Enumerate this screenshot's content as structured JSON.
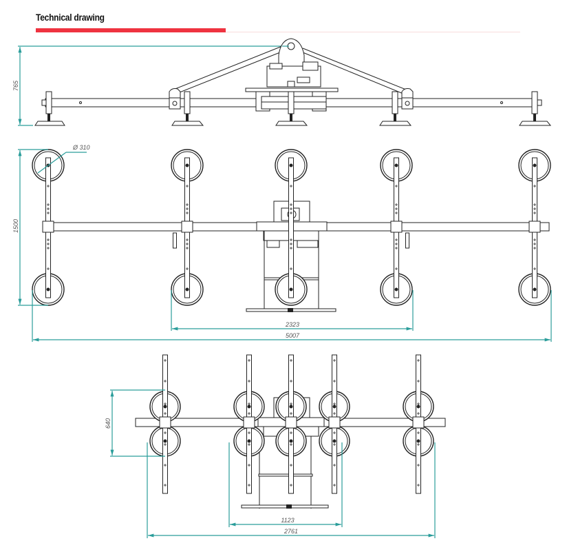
{
  "header": {
    "title": "Technical drawing",
    "accent_color": "#ef3340",
    "dimension_color": "#2a9d9a"
  },
  "side_view": {
    "height_dim": "765"
  },
  "plan_view_extended": {
    "cup_diameter_dim": "Ø 310",
    "width_dim": "1500",
    "inner_length_dim": "2323",
    "overall_length_dim": "5007"
  },
  "plan_view_retracted": {
    "width_dim": "640",
    "inner_length_dim": "1123",
    "overall_length_dim": "2761"
  }
}
